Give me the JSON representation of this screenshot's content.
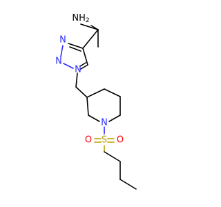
{
  "molecule": {
    "atoms": {
      "nh2": "NH",
      "nh2_sub": "2",
      "n_top": "N",
      "n_left": "N",
      "n_ring": "N",
      "n_pip": "N",
      "s": "S",
      "o_left": "O",
      "o_right": "O"
    },
    "colors": {
      "carbon": "#000000",
      "nitrogen": "#2b2bff",
      "sulfur": "#b8a000",
      "oxygen": "#ff0000"
    }
  }
}
